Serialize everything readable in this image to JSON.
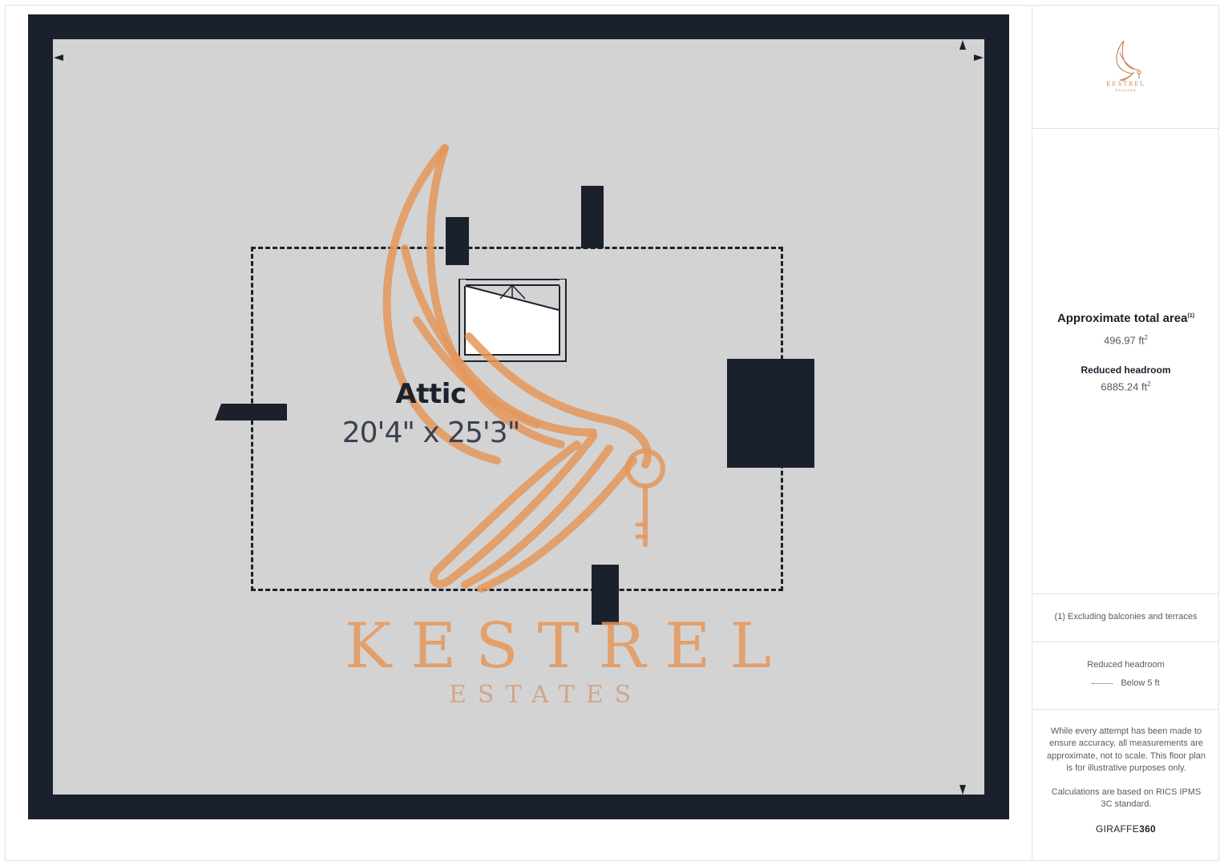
{
  "floor_plan": {
    "room": {
      "name": "Attic",
      "dimensions": "20'4\" x 25'3\""
    },
    "watermark": {
      "title": "KESTREL",
      "subtitle": "ESTATES"
    },
    "colors": {
      "wall": "#1b212c",
      "floor": "#d3d3d3",
      "watermark": "#e4965a"
    }
  },
  "sidebar": {
    "logo": {
      "title": "KESTREL",
      "subtitle": "ESTATES"
    },
    "area": {
      "title": "Approximate total area",
      "footnote_mark": "(1)",
      "value": "496.97 ft",
      "unit_sup": "2"
    },
    "reduced_headroom": {
      "title": "Reduced headroom",
      "value": "6885.24 ft",
      "unit_sup": "2"
    },
    "footnote": "(1) Excluding balconies and terraces",
    "legend": {
      "title": "Reduced headroom",
      "item_label": "Below 5 ft"
    },
    "disclaimer": "While every attempt has been made to ensure accuracy, all measurements are approximate, not to scale. This floor plan is for illustrative purposes only.",
    "calculation_note": "Calculations are based on RICS IPMS 3C standard.",
    "brand": {
      "prefix": "GIRAFFE",
      "suffix": "360"
    }
  }
}
